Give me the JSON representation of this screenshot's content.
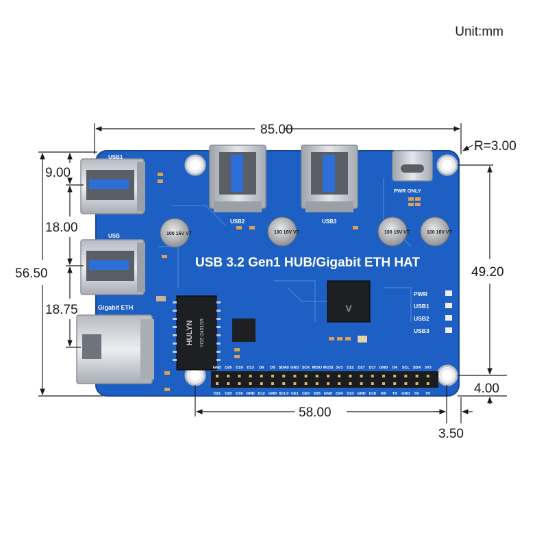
{
  "unit_label": "Unit:mm",
  "board_title": "USB 3.2 Gen1 HUB/Gigabit ETH HAT",
  "dimensions": {
    "width": "85.00",
    "height": "56.50",
    "radius": "R=3.00",
    "usb1_offset": "9.00",
    "usb_pitch": "18.00",
    "eth_offset": "18.75",
    "hole_spacing_y": "49.20",
    "hole_offset_y": "4.00",
    "hole_spacing_x": "58.00",
    "hole_offset_x": "3.50"
  },
  "silkscreen": {
    "usb1": "USB1",
    "usb": "USB",
    "gigabit_eth": "Gigabit ETH",
    "usb2": "USB2",
    "usb3": "USB3",
    "pwr_only": "PWR ONLY",
    "led_pwr": "PWR",
    "led_usb1": "USB1",
    "led_usb2": "USB2",
    "led_usb3": "USB3",
    "transformer": "HULYN",
    "transformer_sub": "YGE-2401SR",
    "cap_label": "100 16V VT"
  },
  "gpio_top": [
    "GND",
    "D26",
    "D19",
    "D13",
    "D6",
    "D5",
    "SDA0",
    "GND",
    "SCK",
    "MISO",
    "MOSI",
    "3V3",
    "D22",
    "D27",
    "D17",
    "GND",
    "D4",
    "SCL",
    "SDA",
    "3V3"
  ],
  "gpio_bottom": [
    "D21",
    "D20",
    "D16",
    "GND",
    "D12",
    "GND",
    "SCL0",
    "CE1",
    "CE0",
    "D25",
    "GND",
    "D24",
    "D23",
    "GND",
    "D18",
    "RX",
    "TX",
    "GND",
    "5V",
    "5V"
  ],
  "colors": {
    "pcb": "#1d5fc2",
    "pcb_edge": "#15489a",
    "metal": "#c9ccd1",
    "usb_blue": "#2d6fd8"
  }
}
